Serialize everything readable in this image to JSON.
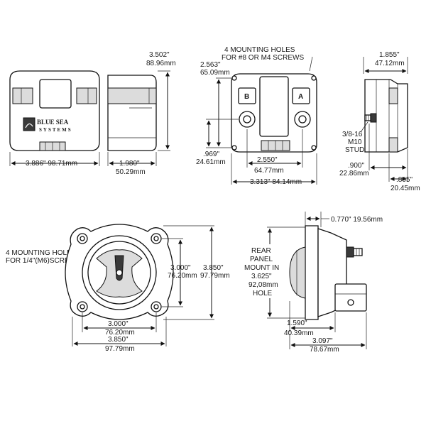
{
  "views": {
    "front_top": {
      "height_dim": "3.502\"",
      "height_dim_mm": "88.96mm",
      "width_dim": "3.886\" 98.71mm",
      "logo": {
        "line1": "BLUE SEA",
        "line2": "SYSTEMS"
      }
    },
    "side_top": {
      "depth_dim": "1.980\"",
      "depth_dim_mm": "50.29mm"
    },
    "back_top": {
      "mount_note_line1": "4 MOUNTING HOLES",
      "mount_note_line2": "FOR #8 OR M4 SCREWS",
      "vert_dim": "2.563\"",
      "vert_dim_mm": "65.09mm",
      "low_dim": ".969\"",
      "low_dim_mm": "24.61mm",
      "inner_width": "2.550\"",
      "inner_width_mm": "64.77mm",
      "outer_width": "3.313\" 84.14mm",
      "terminal_b": "B",
      "terminal_a": "A"
    },
    "right_top": {
      "depth_dim": "1.855\"",
      "depth_dim_mm": "47.12mm",
      "stud_line1": "3/8-16",
      "stud_line2": "M10",
      "stud_line3": "STUD",
      "stud_dim": ".900\"",
      "stud_dim_mm": "22.86mm",
      "base_dim": ".805\"",
      "base_dim_mm": "20.45mm"
    },
    "front_bottom": {
      "mount_note_line1": "4 MOUNTING HOLES",
      "mount_note_line2": "FOR 1/4\"(M6)SCREWS",
      "inner_v": "3.000\"",
      "inner_v_mm": "76.20mm",
      "outer_v": "3.850\"",
      "outer_v_mm": "97.79mm",
      "inner_h": "3.000\"",
      "inner_h_mm": "76.20mm",
      "outer_h": "3.850\"",
      "outer_h_mm": "97.79mm"
    },
    "side_bottom": {
      "top_dim": "0.770\" 19.56mm",
      "hole_line1": "REAR",
      "hole_line2": "PANEL",
      "hole_line3": "MOUNT IN",
      "hole_line4": "3.625\"",
      "hole_line5": "92,08mm",
      "hole_line6": "HOLE",
      "depth_dim": "1.590\"",
      "depth_dim_mm": "40.39mm",
      "total_dim": "3.097\"",
      "total_dim_mm": "78.67mm"
    }
  }
}
